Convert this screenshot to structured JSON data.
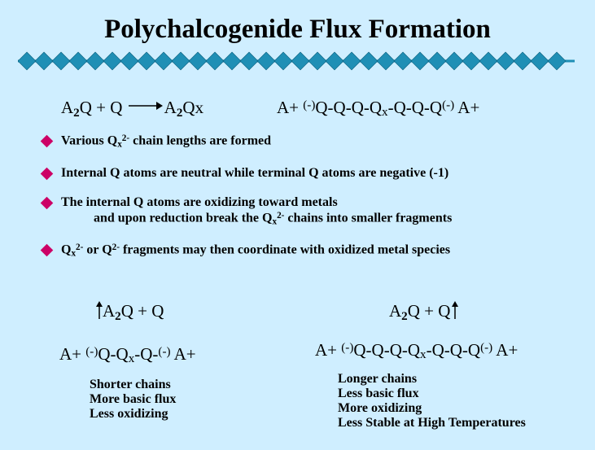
{
  "title": "Polychalcogenide Flux Formation",
  "eq1": {
    "a": "A",
    "two": "2",
    "q": "Q + Q",
    "product_a": "A",
    "product_two": "2",
    "product_q": "Qx"
  },
  "chain1": {
    "a": "A+ ",
    "neg": "(-)",
    "body": "Q-Q-Q-Q",
    "x": "x",
    "rest": "-Q-Q-Q",
    "neg2": "(-)",
    "end": " A+"
  },
  "bullets": [
    {
      "pre": "Various Q",
      "sub": "x",
      "sup": "2-",
      "post": " chain lengths are formed"
    },
    {
      "text": "Internal Q atoms are neutral while terminal Q atoms are negative (-1)"
    },
    {
      "line1": "The internal Q atoms are oxidizing toward metals",
      "pre": "and upon reduction break the Q",
      "sub": "x",
      "sup": "2-",
      "post": " chains into smaller fragments"
    },
    {
      "pre": "Q",
      "sub": "x",
      "sup": "2-",
      "mid": " or Q",
      "sup2": "2-",
      "post": " fragments may then coordinate with oxidized metal species"
    }
  ],
  "left": {
    "eq_a": "A",
    "eq_two": "2",
    "eq_q": "Q + Q",
    "chain_a": "A+ ",
    "chain_neg": "(-)",
    "chain_body": "Q-Q",
    "chain_x": "x",
    "chain_rest": "-Q-",
    "chain_neg2": "(-)",
    "chain_end": " A+",
    "notes": [
      "Shorter chains",
      "More basic flux",
      "Less oxidizing"
    ]
  },
  "right": {
    "eq_a": "A",
    "eq_two": "2",
    "eq_q": "Q + Q",
    "chain_a": "A+ ",
    "chain_neg": "(-)",
    "chain_body": "Q-Q-Q-Q",
    "chain_x": "x",
    "chain_rest": "-Q-Q-Q",
    "chain_neg2": "(-)",
    "chain_end": " A+",
    "notes": [
      "Longer chains",
      "Less basic flux",
      "More oxidizing",
      "Less Stable at High Temperatures"
    ]
  },
  "colors": {
    "background": "#cfeeff",
    "diamond": "#1f8fb5",
    "bullet": "#cc0066"
  }
}
